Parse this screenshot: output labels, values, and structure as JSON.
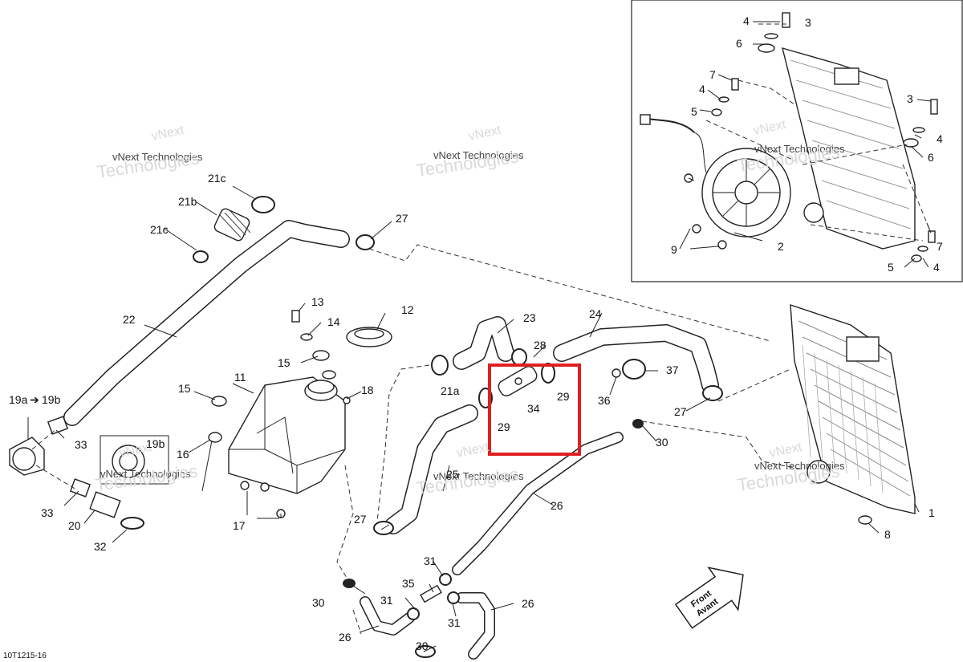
{
  "figure_id": "10T1215-16",
  "watermark": {
    "line1": "vNext Technologies",
    "line2": "Technologies",
    "brand": "vNext"
  },
  "callouts": {
    "c1": "1",
    "c2": "2",
    "c3": "3",
    "c4": "4",
    "c5": "5",
    "c6": "6",
    "c7": "7",
    "c8": "8",
    "c9": "9",
    "c11": "11",
    "c12": "12",
    "c13": "13",
    "c14": "14",
    "c15": "15",
    "c16": "16",
    "c17": "17",
    "c18": "18",
    "c19a": "19a",
    "c19b": "19b",
    "c20": "20",
    "c21a": "21a",
    "c21b": "21b",
    "c21c": "21c",
    "c22": "22",
    "c23": "23",
    "c24": "24",
    "c25": "25",
    "c26": "26",
    "c27": "27",
    "c28": "28",
    "c29": "29",
    "c30": "30",
    "c31": "31",
    "c32": "32",
    "c33": "33",
    "c34": "34",
    "c35": "35",
    "c36": "36",
    "c37": "37"
  },
  "arrow_glyph": "➔",
  "front_arrow": {
    "line1": "Front",
    "line2": "Avant"
  },
  "highlight": {
    "color": "#e02020",
    "parts": [
      "29",
      "34",
      "29"
    ]
  },
  "colors": {
    "ink": "#222222",
    "highlight": "#e02020",
    "watermark": "#d9d9d9",
    "background": "#ffffff"
  }
}
